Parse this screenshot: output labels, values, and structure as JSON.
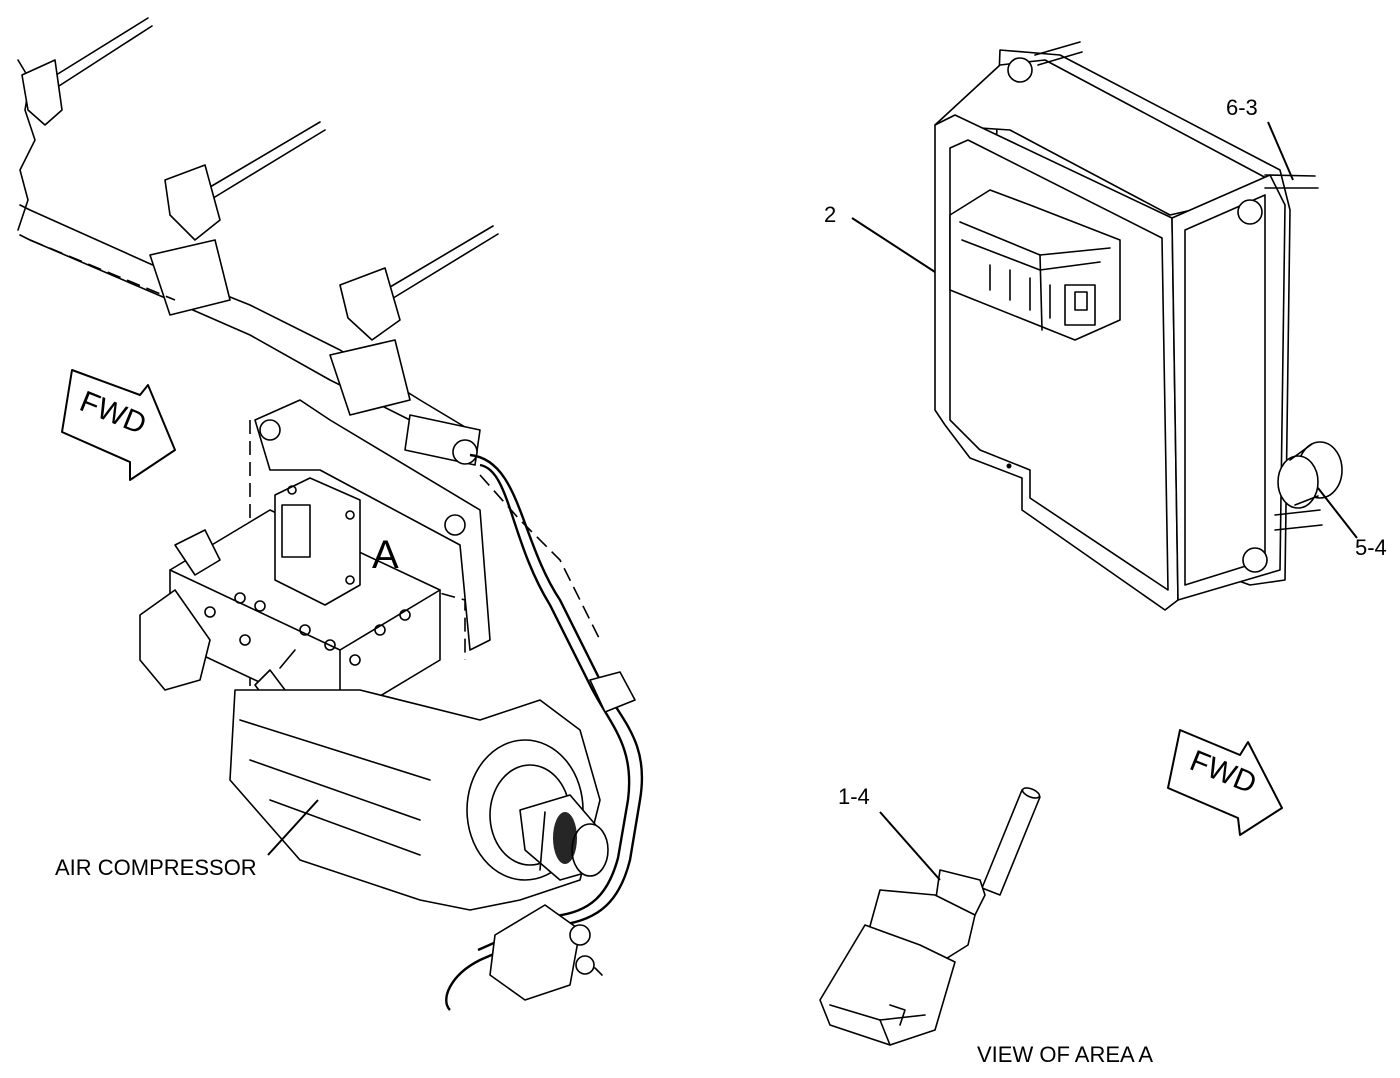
{
  "labels": {
    "area_marker": "A",
    "air_compressor": "AIR COMPRESSOR",
    "fwd_left": "FWD",
    "fwd_right": "FWD",
    "callout_2": "2",
    "callout_6_3": "6-3",
    "callout_5_4": "5-4",
    "callout_1_4": "1-4",
    "view_caption": "VIEW OF AREA A"
  },
  "icons": {
    "fwd_arrow": "fwd-arrow-icon"
  }
}
